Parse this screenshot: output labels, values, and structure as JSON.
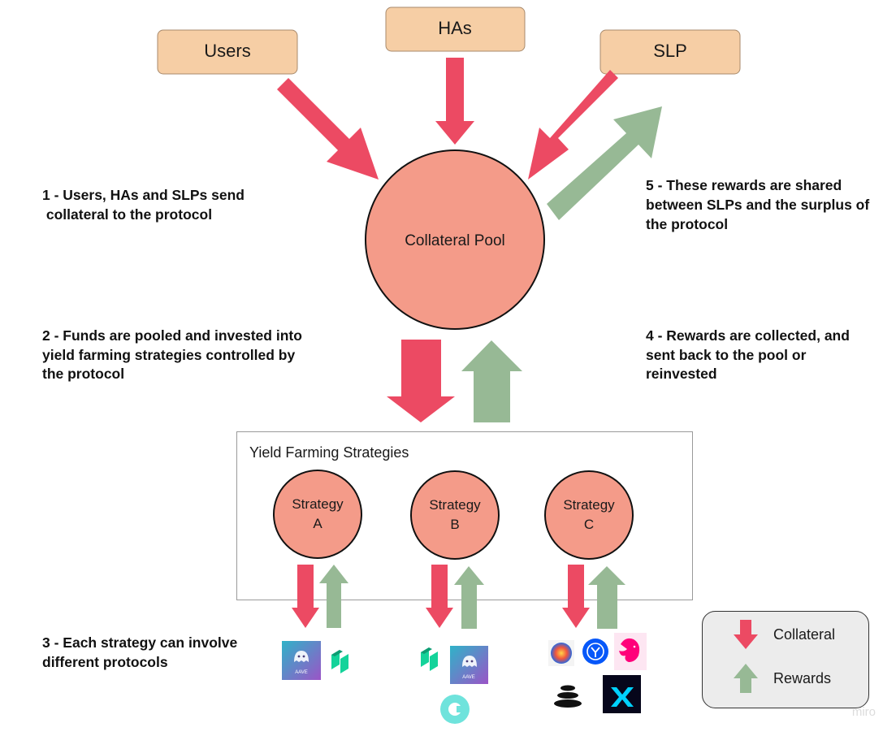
{
  "sources": [
    {
      "label": "Users"
    },
    {
      "label": "HAs"
    },
    {
      "label": "SLP"
    }
  ],
  "pool": {
    "label": "Collateral Pool"
  },
  "notes": {
    "step1": [
      "1 - Users, HAs and SLPs send",
      " collateral to the protocol"
    ],
    "step2": [
      "2 - Funds are pooled and invested into",
      "yield farming strategies controlled by",
      "the protocol"
    ],
    "step3": [
      "3 - Each strategy can involve",
      "different protocols"
    ],
    "step4": [
      "4 - Rewards are collected, and",
      "sent back to the pool or",
      "reinvested"
    ],
    "step5": [
      "5 - These rewards are shared",
      "between SLPs and the surplus of",
      "the protocol"
    ]
  },
  "yield_box": {
    "title": "Yield Farming Strategies"
  },
  "strategies": [
    {
      "line1": "Strategy",
      "line2": "A"
    },
    {
      "line1": "Strategy",
      "line2": "B"
    },
    {
      "line1": "Strategy",
      "line2": "C"
    }
  ],
  "protocol_logos": {
    "a": [
      "aave-logo",
      "compound-logo"
    ],
    "b": [
      "compound-logo",
      "aave-logo",
      "cream-logo"
    ],
    "c": [
      "curve-logo",
      "yearn-logo",
      "uniswap-logo",
      "balancer-logo",
      "synthetix-logo"
    ],
    "aave_text": "AAVE"
  },
  "legend": {
    "collateral": "Collateral",
    "rewards": "Rewards"
  },
  "watermark": "miro",
  "colors": {
    "collateral": "#ec4a63",
    "rewards": "#97b995",
    "source_box": "#f6cea5",
    "pool": "#f49b89"
  }
}
